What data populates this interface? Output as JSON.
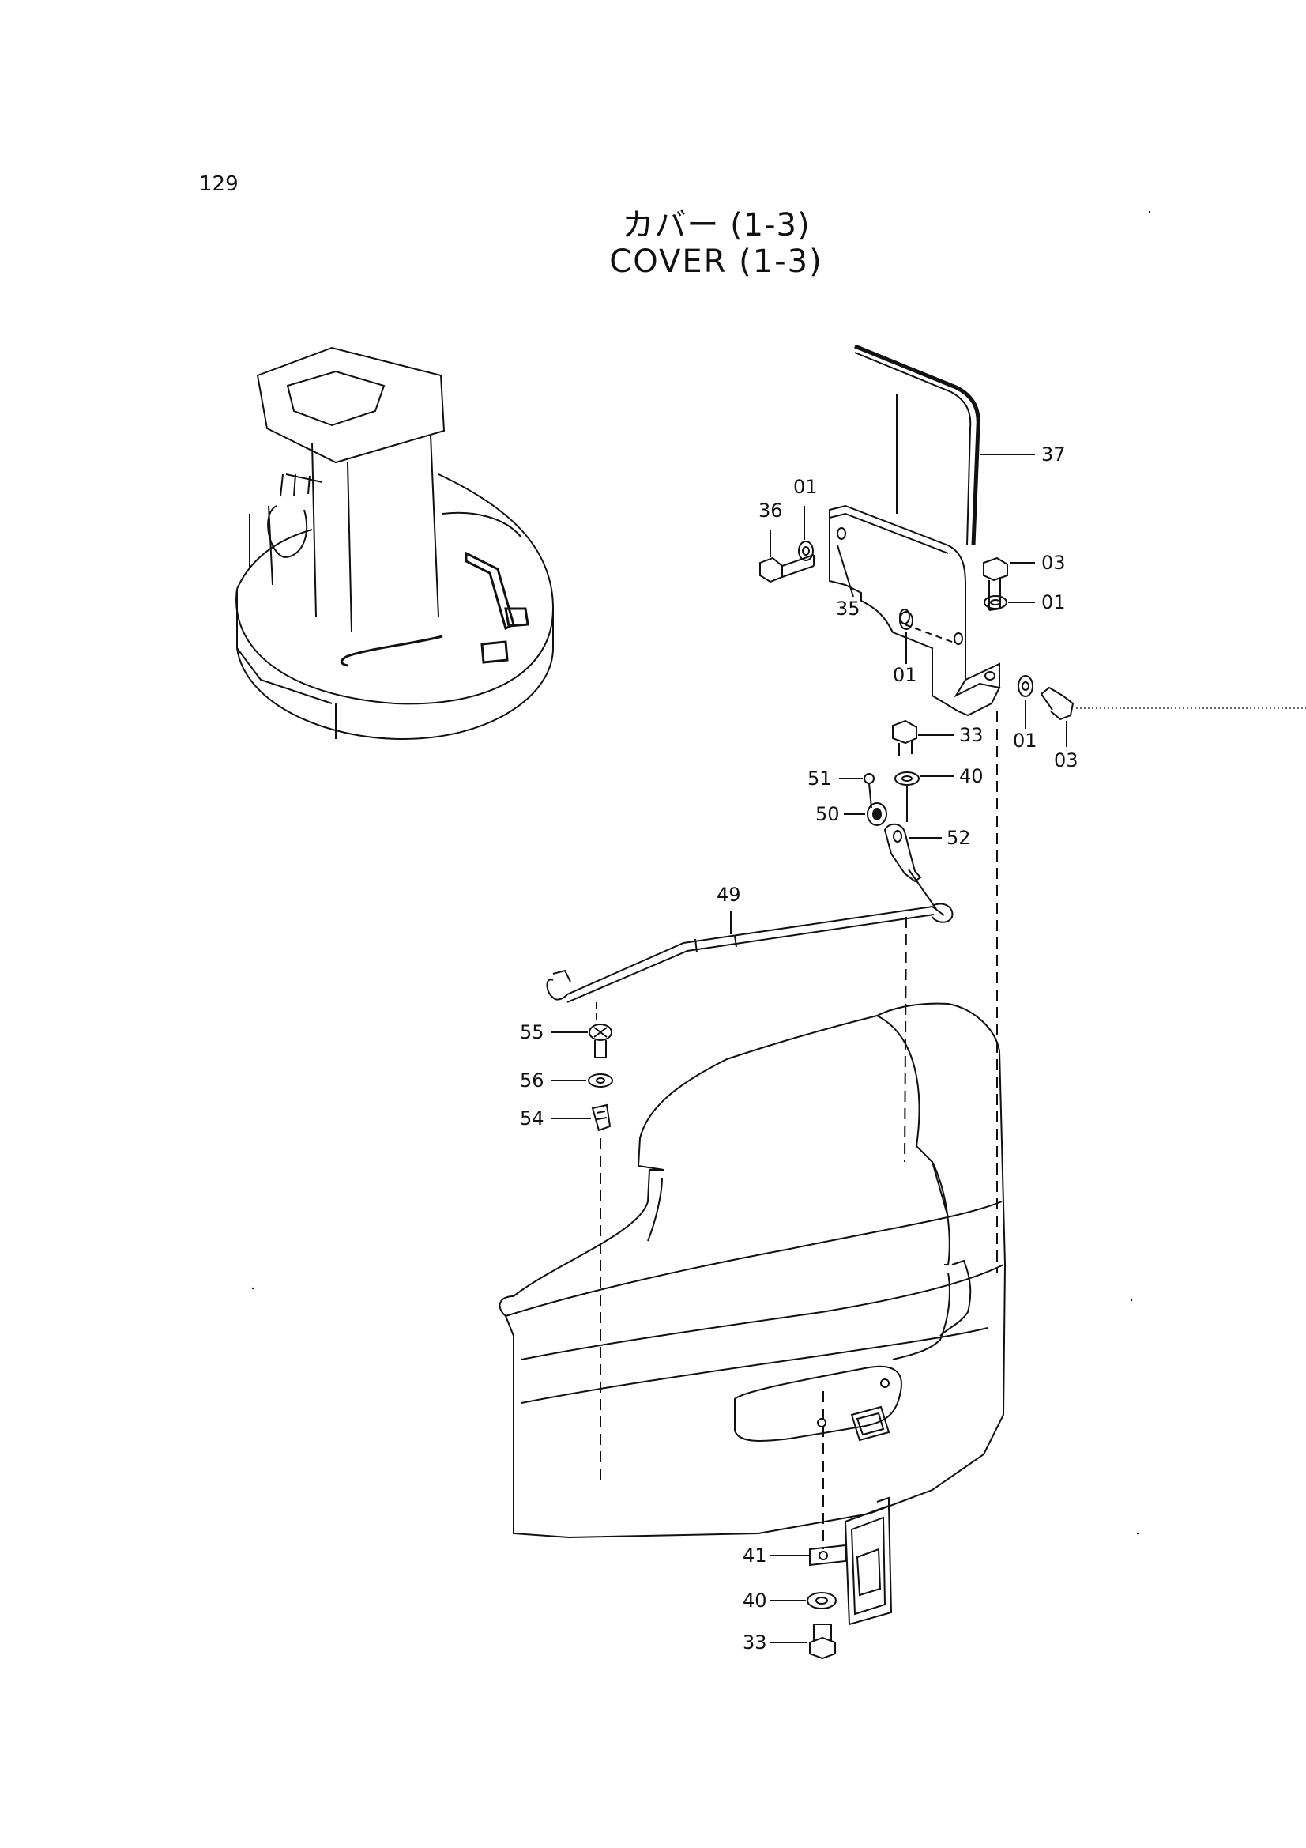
{
  "page": {
    "number": "129",
    "title_jp": "カバー (1-3)",
    "title_en": "COVER  (1-3)"
  },
  "callouts": [
    {
      "id": "37",
      "label": "37"
    },
    {
      "id": "01a",
      "label": "01"
    },
    {
      "id": "36",
      "label": "36"
    },
    {
      "id": "03a",
      "label": "03"
    },
    {
      "id": "01b",
      "label": "01"
    },
    {
      "id": "35",
      "label": "35"
    },
    {
      "id": "01c",
      "label": "01"
    },
    {
      "id": "01d",
      "label": "01"
    },
    {
      "id": "03b",
      "label": "03"
    },
    {
      "id": "33a",
      "label": "33"
    },
    {
      "id": "51",
      "label": "51"
    },
    {
      "id": "40a",
      "label": "40"
    },
    {
      "id": "50",
      "label": "50"
    },
    {
      "id": "52",
      "label": "52"
    },
    {
      "id": "49",
      "label": "49"
    },
    {
      "id": "55",
      "label": "55"
    },
    {
      "id": "56",
      "label": "56"
    },
    {
      "id": "54",
      "label": "54"
    },
    {
      "id": "41",
      "label": "41"
    },
    {
      "id": "40b",
      "label": "40"
    },
    {
      "id": "33b",
      "label": "33"
    }
  ]
}
